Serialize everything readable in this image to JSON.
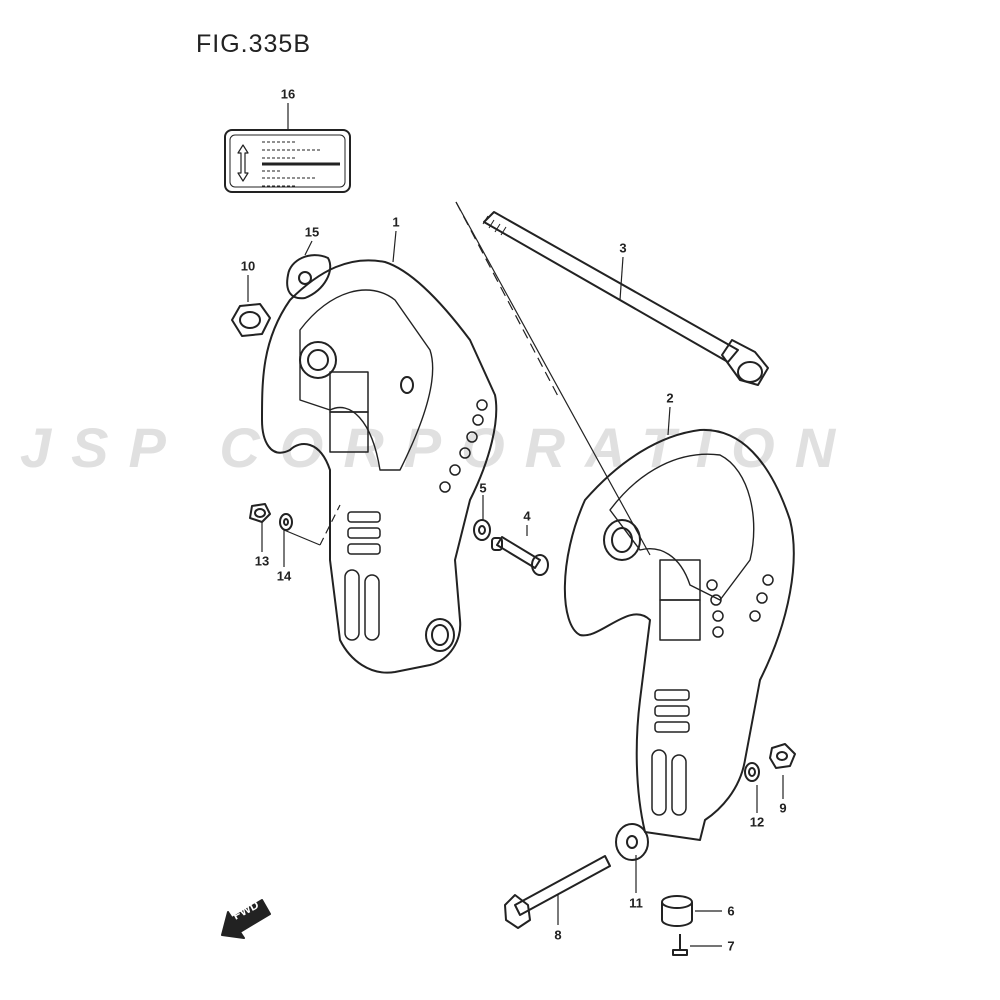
{
  "figure": {
    "title": "FIG.335B"
  },
  "watermark": "JSP CORPORATION",
  "fwd_label": "FWD",
  "callouts": {
    "c1": "1",
    "c2": "2",
    "c3": "3",
    "c4": "4",
    "c5": "5",
    "c6": "6",
    "c7": "7",
    "c8": "8",
    "c9": "9",
    "c10": "10",
    "c11": "11",
    "c12": "12",
    "c13": "13",
    "c14": "14",
    "c15": "15",
    "c16": "16"
  }
}
